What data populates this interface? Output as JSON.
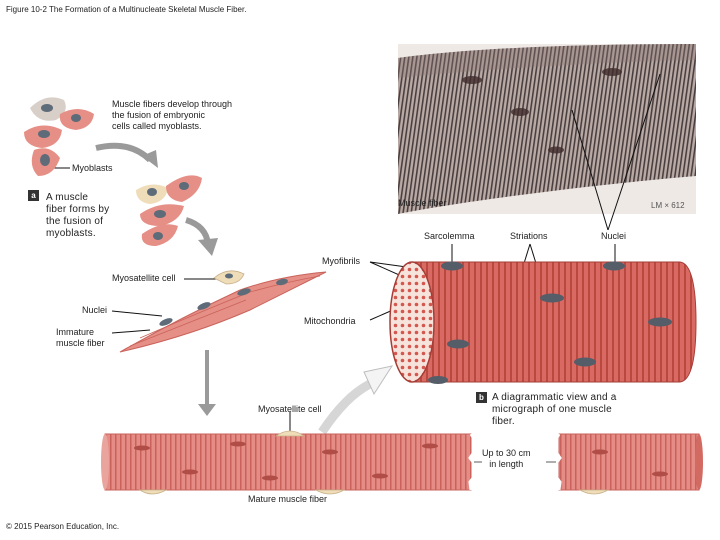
{
  "title": "Figure 10-2 The Formation of a Multinucleate Skeletal Muscle Fiber.",
  "footer": "© 2015 Pearson Education, Inc.",
  "colors": {
    "cell_pink": "#e68f86",
    "cell_light": "#f2b7ae",
    "nucleus": "#5e6b78",
    "satellite": "#efdcb8",
    "fiber_red": "#d65f5a",
    "arrow_gray": "#8e8e8e"
  },
  "labels": {
    "intro": "Muscle fibers develop through\nthe fusion of embryonic\ncells called myoblasts.",
    "myoblasts": "Myoblasts",
    "part_a_tag": "a",
    "part_a": "A muscle\nfiber forms by\nthe fusion of\nmyoblasts.",
    "myosatellite_cell_1": "Myosatellite cell",
    "nuclei_left": "Nuclei",
    "immature": "Immature\nmuscle fiber",
    "mitochondria": "Mitochondria",
    "myofibrils": "Myofibrils",
    "muscle_fiber": "Muscle fiber",
    "magnification": "LM × 612",
    "sarcolemma": "Sarcolemma",
    "striations": "Striations",
    "nuclei_right": "Nuclei",
    "part_b_tag": "b",
    "part_b": "A diagrammatic view and a\nmicrograph of one muscle\nfiber.",
    "myosatellite_cell_2": "Myosatellite cell",
    "length": "Up to 30 cm\nin length",
    "mature": "Mature muscle fiber"
  }
}
